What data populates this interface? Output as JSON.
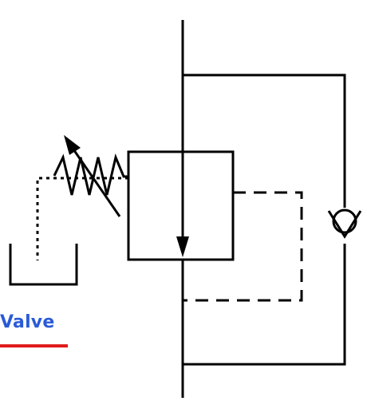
{
  "caption": {
    "text": "Valve"
  },
  "colors": {
    "line": "#000000",
    "caption_text": "#2a5bd7",
    "caption_underline": "#e01b1b",
    "background": "#ffffff"
  },
  "symbols": {
    "main_line": "vertical-flow-line",
    "valve_body": "valve-box-with-flow-arrow",
    "spring": "adjustable-spring",
    "check_valve": "check-valve-ball",
    "tank": "reservoir"
  }
}
